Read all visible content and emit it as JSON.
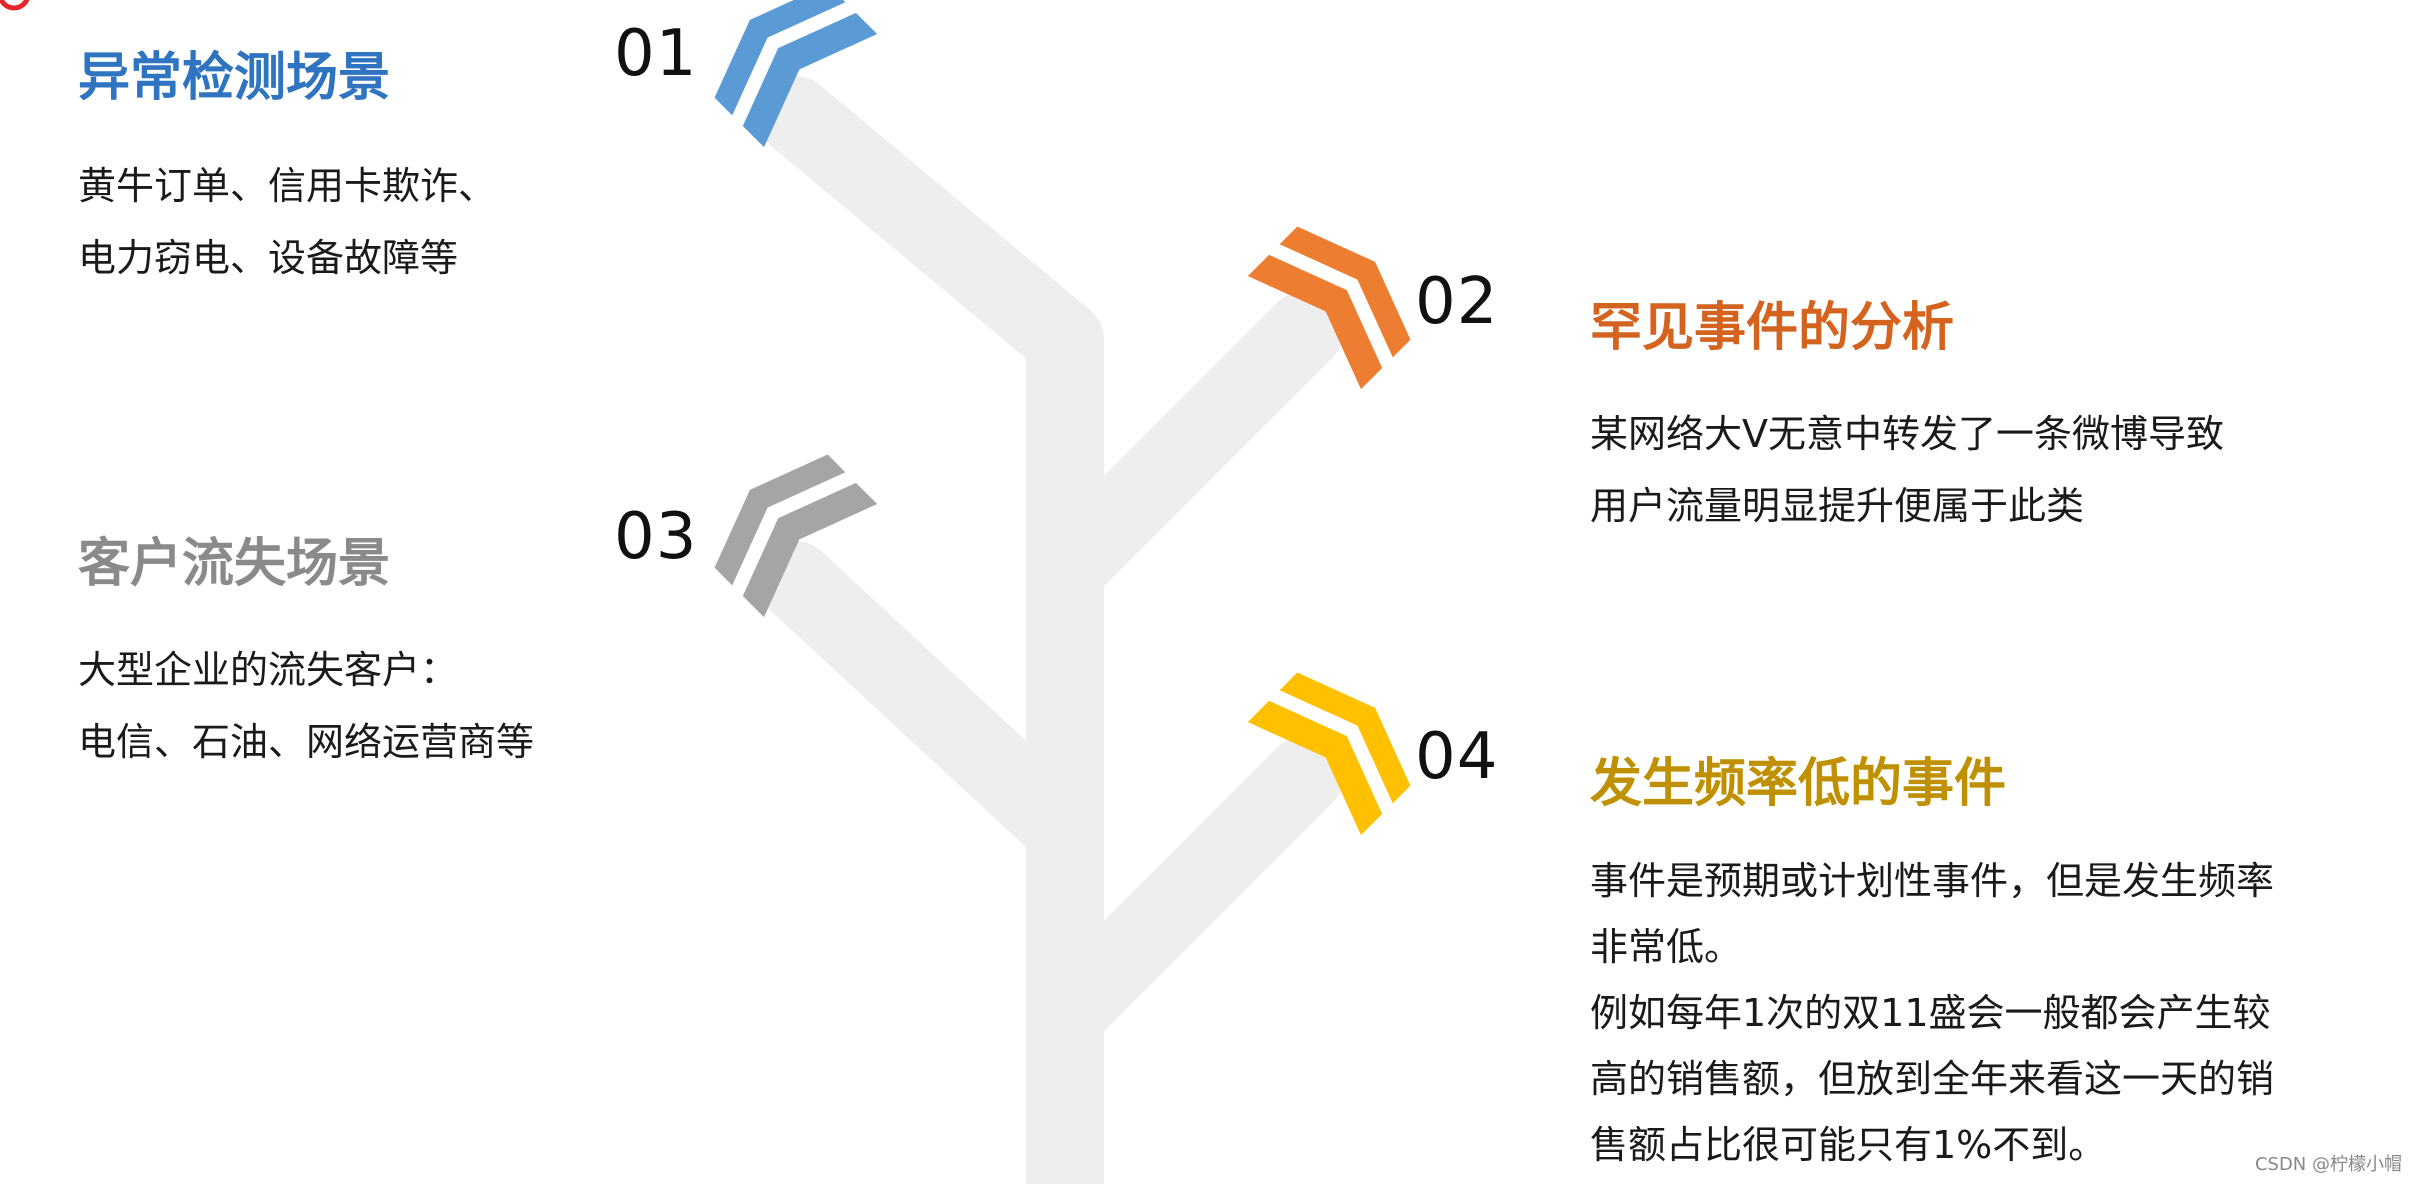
{
  "items": [
    {
      "number": "01",
      "title": "异常检测场景",
      "lines": [
        "黄牛订单、信用卡欺诈、",
        "电力窃电、设备故障等"
      ],
      "color": "#2e74c0",
      "arrow_color": "#5b9bd5"
    },
    {
      "number": "02",
      "title": "罕见事件的分析",
      "lines": [
        "某网络大V无意中转发了一条微博导致",
        "用户流量明显提升便属于此类"
      ],
      "color": "#d3631e",
      "arrow_color": "#ed7d31"
    },
    {
      "number": "03",
      "title": "客户流失场景",
      "lines": [
        "大型企业的流失客户：",
        "电信、石油、网络运营商等"
      ],
      "color": "#8a8a8a",
      "arrow_color": "#a5a5a5"
    },
    {
      "number": "04",
      "title": "发生频率低的事件",
      "lines": [
        "事件是预期或计划性事件，但是发生频率",
        "非常低。",
        "例如每年1次的双11盛会一般都会产生较",
        "高的销售额，但放到全年来看这一天的销",
        "售额占比很可能只有1%不到。"
      ],
      "color": "#bf9000",
      "arrow_color": "#ffc000"
    }
  ],
  "tree_color": "#efeeee",
  "top_mark_color": "#e8262a",
  "watermark": "CSDN @柠檬小帽"
}
